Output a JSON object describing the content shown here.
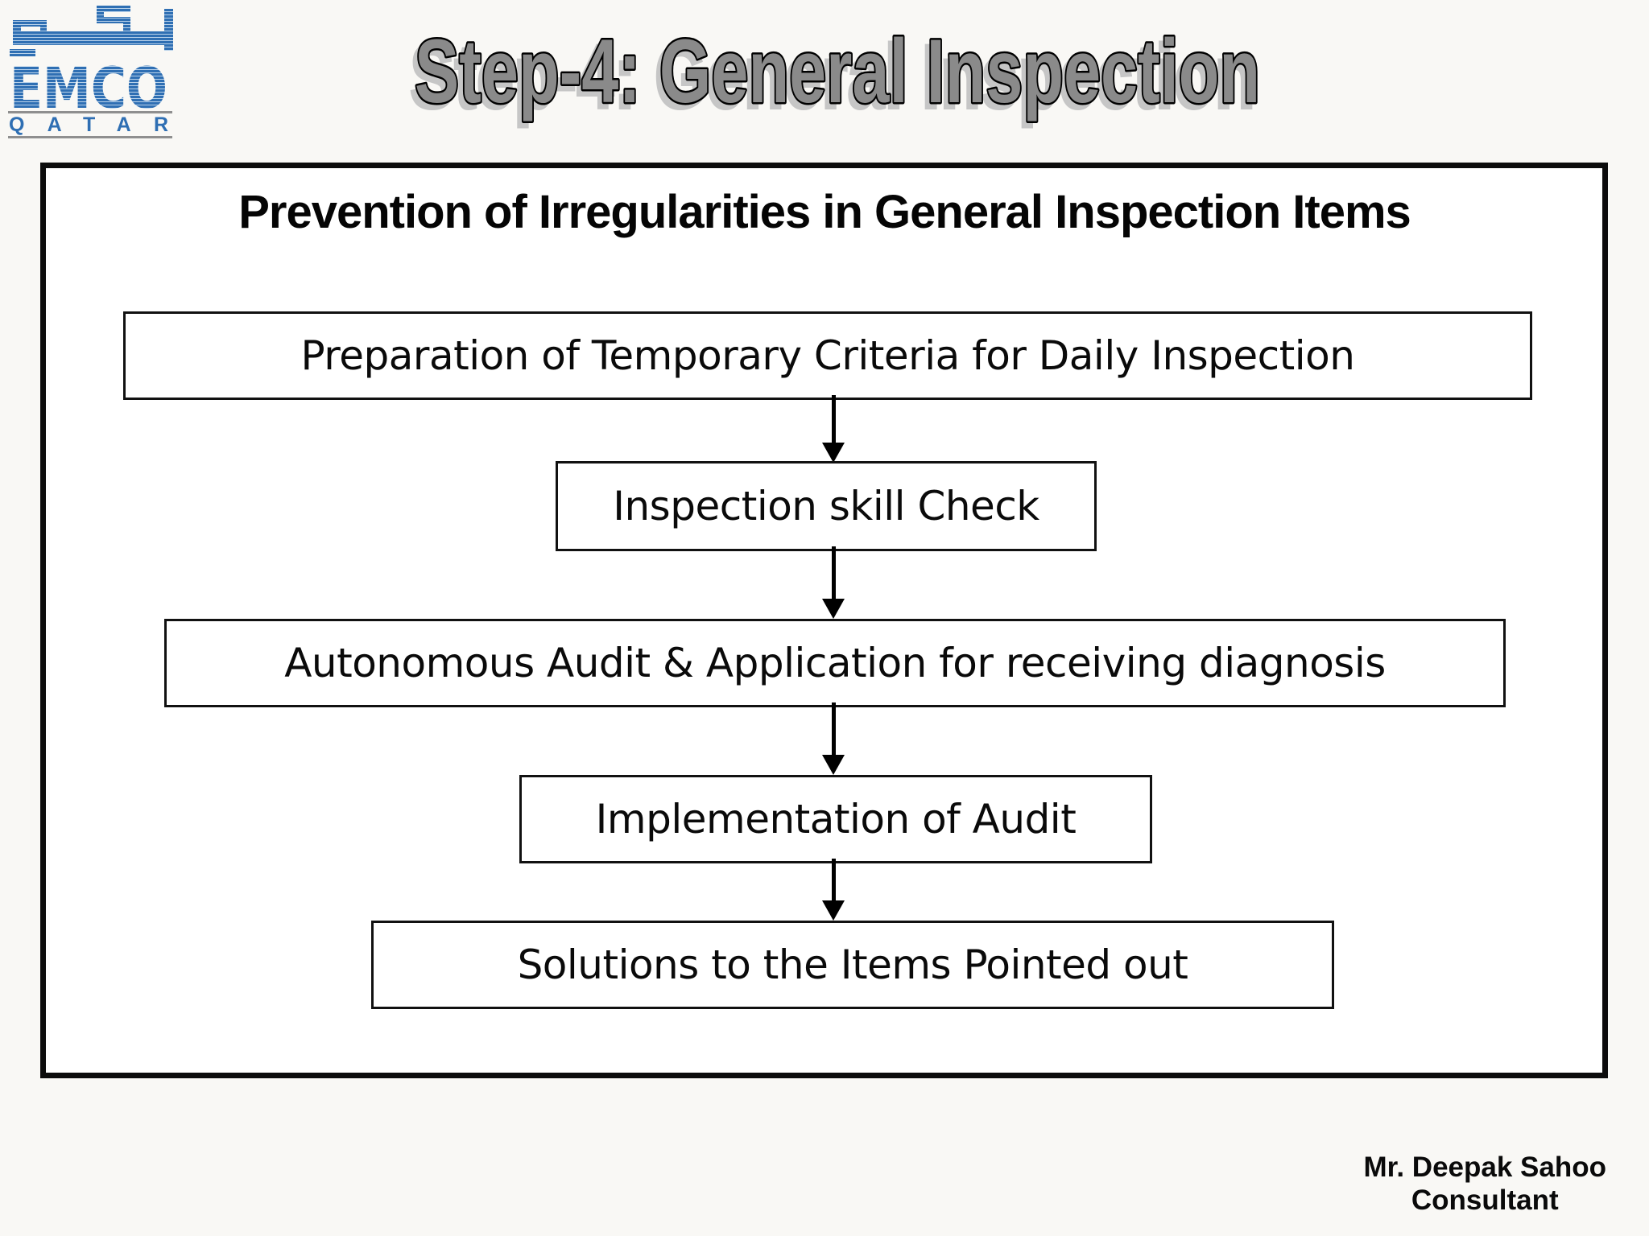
{
  "logo": {
    "name_text": "EMCO",
    "country_text": "QATAR",
    "blue": "#2f6fb3",
    "stripe_light": "#b9d2ea",
    "rule_gray": "#8f8f8f"
  },
  "header": {
    "title": "Step-4: General Inspection",
    "title_fill": "#8a8a8a",
    "title_outline": "#000000"
  },
  "panel": {
    "heading": "Prevention of Irregularities in General Inspection Items",
    "flow_steps": [
      "Preparation of Temporary Criteria for Daily Inspection",
      "Inspection skill Check",
      "Autonomous Audit & Application for receiving diagnosis",
      "Implementation of Audit",
      "Solutions to the Items Pointed out"
    ]
  },
  "footer": {
    "name": "Mr. Deepak Sahoo",
    "role": "Consultant"
  }
}
